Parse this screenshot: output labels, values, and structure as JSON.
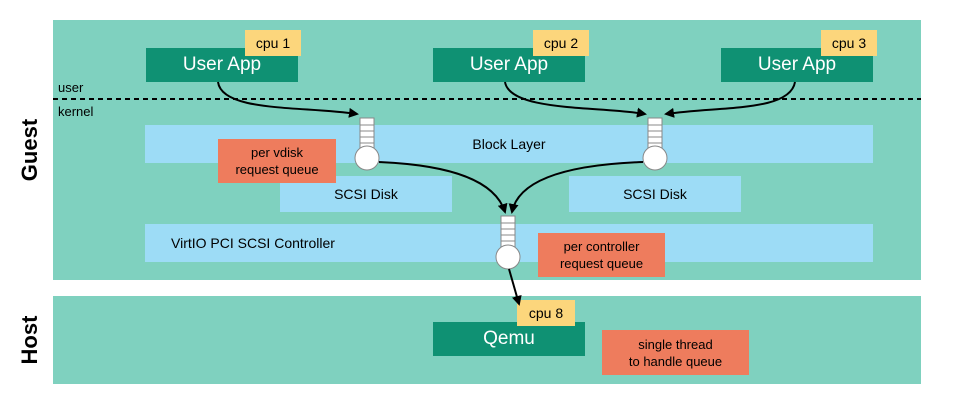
{
  "guest": {
    "side_label": "Guest",
    "user_label": "user",
    "kernel_label": "kernel",
    "apps": [
      {
        "label": "User App",
        "cpu": "cpu 1"
      },
      {
        "label": "User App",
        "cpu": "cpu 2"
      },
      {
        "label": "User App",
        "cpu": "cpu 3"
      }
    ],
    "block_layer": "Block Layer",
    "scsi_disks": [
      "SCSI Disk",
      "SCSI Disk"
    ],
    "controller": "VirtIO PCI SCSI Controller",
    "notes": {
      "vdisk_queue": "per vdisk\nrequest queue",
      "controller_queue": "per controller\nrequest queue"
    }
  },
  "host": {
    "side_label": "Host",
    "qemu": "Qemu",
    "cpu": "cpu 8",
    "note": "single thread\nto handle queue"
  },
  "colors": {
    "panel": "#7fd1bf",
    "app": "#0f9173",
    "cpu_tag": "#fcd67c",
    "layer": "#9ddcf6",
    "note": "#ee7c5d"
  }
}
